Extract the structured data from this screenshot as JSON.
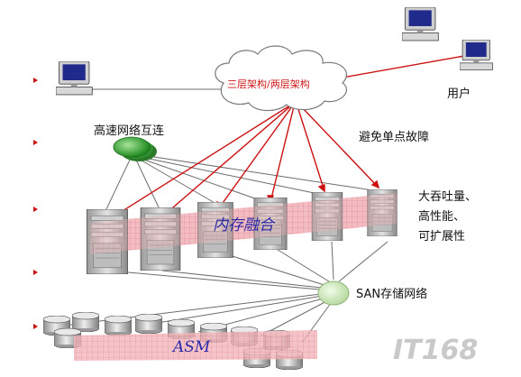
{
  "labels": {
    "cloud": "三层架构/两层架构",
    "users": "用户",
    "highspeed": "高速网络互连",
    "avoid_spof": "避免单点故障",
    "feature_1": "大吞吐量、",
    "feature_2": "高性能、",
    "feature_3": "可扩展性",
    "memory_fusion": "内存融合",
    "san": "SAN存储网络",
    "asm": "ASM",
    "watermark": "IT168"
  },
  "colors": {
    "link_red": "#cc1010",
    "band_pink": "#e89aa0",
    "switch_green": "#2c9a2c",
    "switch_light": "#d8efc8"
  },
  "icons": {
    "bullet": "bullet-arrow-icon",
    "client": "computer-icon",
    "server": "server-tower-icon",
    "disk": "disk-cylinder-icon",
    "switch": "network-switch-icon"
  }
}
